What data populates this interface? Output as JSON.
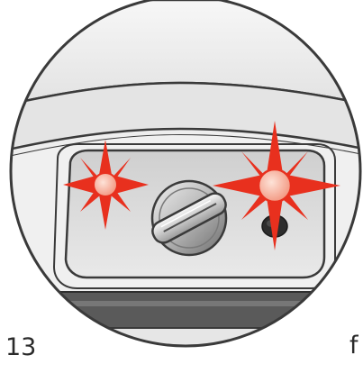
{
  "figure": {
    "step_number": "13",
    "step_letter": "f",
    "indicator_lights": [
      {
        "name": "left-indicator",
        "state": "flashing",
        "color": "#e8301e"
      },
      {
        "name": "right-indicator",
        "state": "flashing",
        "color": "#e8301e"
      }
    ],
    "colors": {
      "outline": "#3a3a3a",
      "body_light": "#f2f2f2",
      "body_mid": "#d4d4d4",
      "body_dark": "#8c8c8c",
      "band_dark": "#5a5a5a",
      "light_core": "#f6a48e",
      "light_rays": "#e8301e",
      "knob_metal": "#b5b5b5"
    },
    "icons": [
      "rotary-dial-icon",
      "hole-icon",
      "light-burst-icon"
    ]
  }
}
